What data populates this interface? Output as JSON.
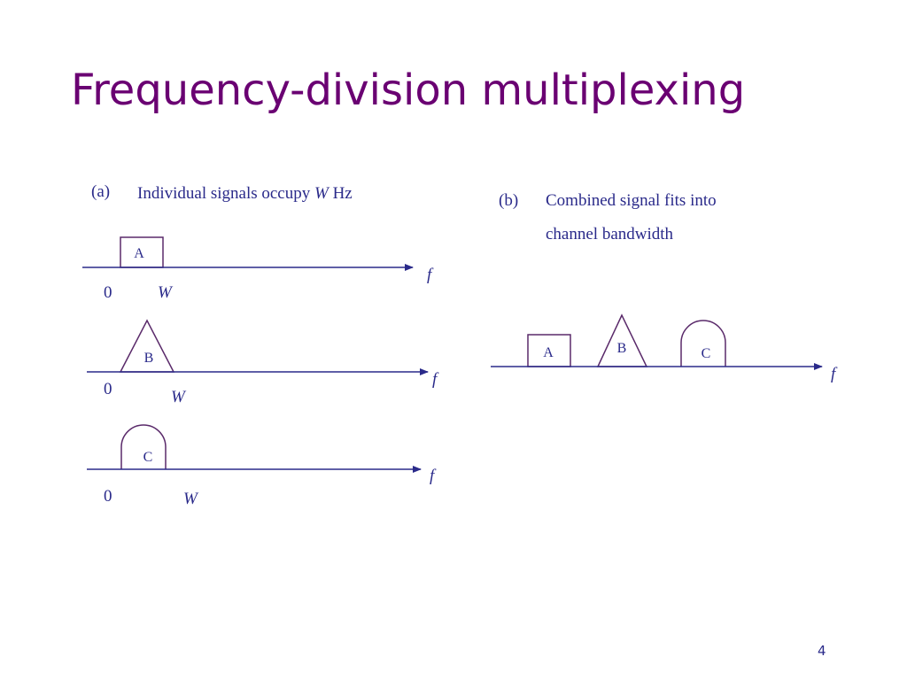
{
  "slide": {
    "title": "Frequency-division multiplexing",
    "page_number": "4",
    "colors": {
      "title": "#6a0072",
      "text": "#2a2a8a",
      "shape_stroke": "#5a2a6a"
    }
  },
  "panel_a": {
    "label": "(a)",
    "caption_before": "Individual signals occupy ",
    "caption_var": "W",
    "caption_after": " Hz",
    "axes": [
      {
        "signal": "A",
        "shape": "rectangle",
        "origin": "0",
        "bandwidth": "W",
        "axis": "f"
      },
      {
        "signal": "B",
        "shape": "triangle",
        "origin": "0",
        "bandwidth": "W",
        "axis": "f"
      },
      {
        "signal": "C",
        "shape": "rounded",
        "origin": "0",
        "bandwidth": "W",
        "axis": "f"
      }
    ]
  },
  "panel_b": {
    "label": "(b)",
    "caption_line1": "Combined signal fits into",
    "caption_line2": "channel bandwidth",
    "axis": "f",
    "signals": [
      {
        "name": "A",
        "shape": "rectangle"
      },
      {
        "name": "B",
        "shape": "triangle"
      },
      {
        "name": "C",
        "shape": "rounded"
      }
    ]
  }
}
